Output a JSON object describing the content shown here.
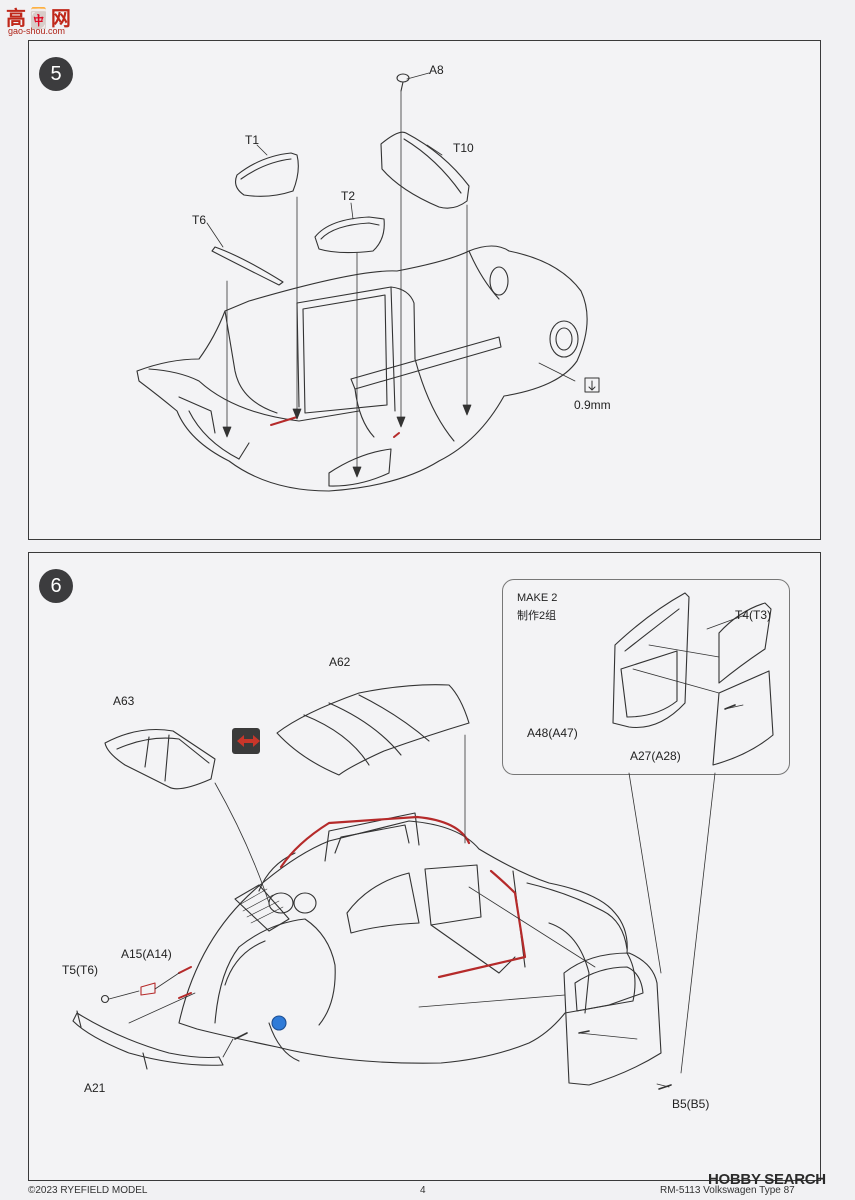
{
  "watermark": {
    "site_mark": "高🀄网",
    "site_url": "gao-shou.com",
    "bottom_mark": "HOBBY SEARCH"
  },
  "step5": {
    "number": "5",
    "labels": {
      "a8": "A8",
      "t1": "T1",
      "t10": "T10",
      "t2": "T2",
      "t6": "T6",
      "drill": "0.9mm"
    }
  },
  "step6": {
    "number": "6",
    "make_box": {
      "line1": "MAKE 2",
      "line2": "制作2组"
    },
    "labels": {
      "a62": "A62",
      "a63": "A63",
      "t4": "T4(T3)",
      "a48": "A48(A47)",
      "a27": "A27(A28)",
      "a15": "A15(A14)",
      "t5": "T5(T6)",
      "a21": "A21",
      "b5": "B5(B5)"
    }
  },
  "footer": {
    "copyright": "©2023 RYEFIELD MODEL",
    "page": "4",
    "product": "RM-5113 Volkswagen Type 87"
  },
  "colors": {
    "accent_red": "#b52a2a",
    "line": "#333333",
    "lens_blue": "#2f7bd8"
  }
}
